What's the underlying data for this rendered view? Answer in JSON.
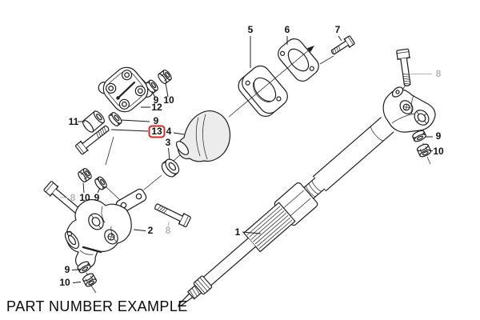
{
  "caption": "PART NUMBER EXAMPLE",
  "colors": {
    "background": "#ffffff",
    "line": "#1e1e1e",
    "label": "#141414",
    "muted_label": "#b5b5b5",
    "highlight_box": "#d6281e",
    "boot_shade": "#ececec"
  },
  "highlighted_part": "13",
  "callouts": {
    "shaft": "1",
    "lower_joint": "2",
    "ring": "3",
    "boot": "4",
    "plate_thick": "5",
    "plate_thin": "6",
    "bolt_small": "7",
    "bolt_upper_right": "8",
    "bolt_lower_left": "8",
    "bolt_lower_right": "8",
    "washer_coupling_top": "9",
    "washer_coupling_mid": "9",
    "washer_upper_right": "9",
    "washer_lower_left": "9",
    "washer_lower_bottom": "9",
    "nut_coupling_top": "10",
    "nut_upper_right": "10",
    "nut_lower_left": "10",
    "nut_lower_bottom": "10",
    "spacer": "11",
    "flex_disc": "12",
    "highlighted_bolt": "13"
  }
}
